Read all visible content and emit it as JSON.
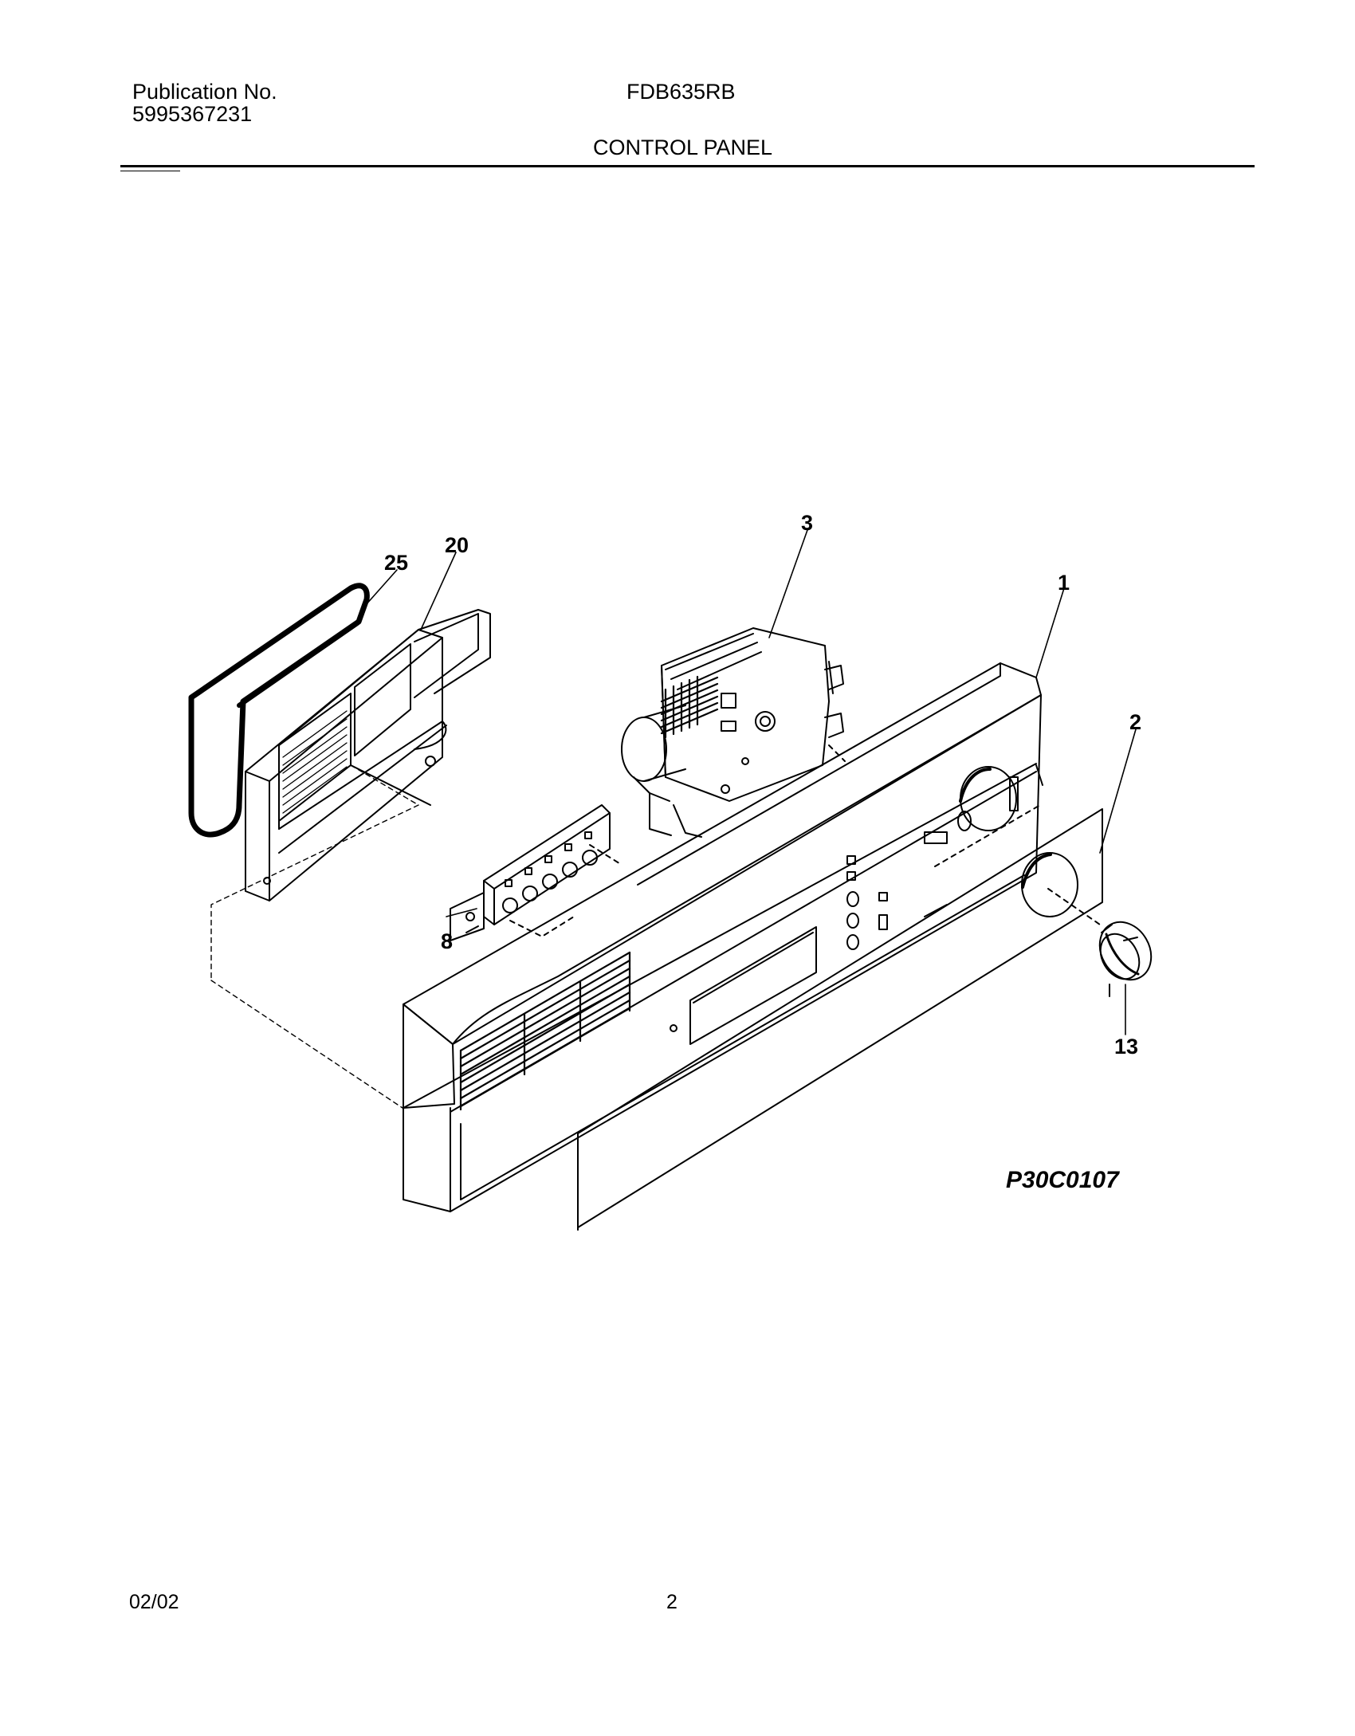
{
  "header": {
    "publication_label": "Publication No.",
    "publication_number": "5995367231",
    "model": "FDB635RB",
    "section_title": "CONTROL PANEL"
  },
  "diagram": {
    "callouts": {
      "c1": "1",
      "c2": "2",
      "c3": "3",
      "c8": "8",
      "c13": "13",
      "c20": "20",
      "c25": "25"
    },
    "figure_code": "P30C0107"
  },
  "footer": {
    "date": "02/02",
    "page": "2"
  }
}
